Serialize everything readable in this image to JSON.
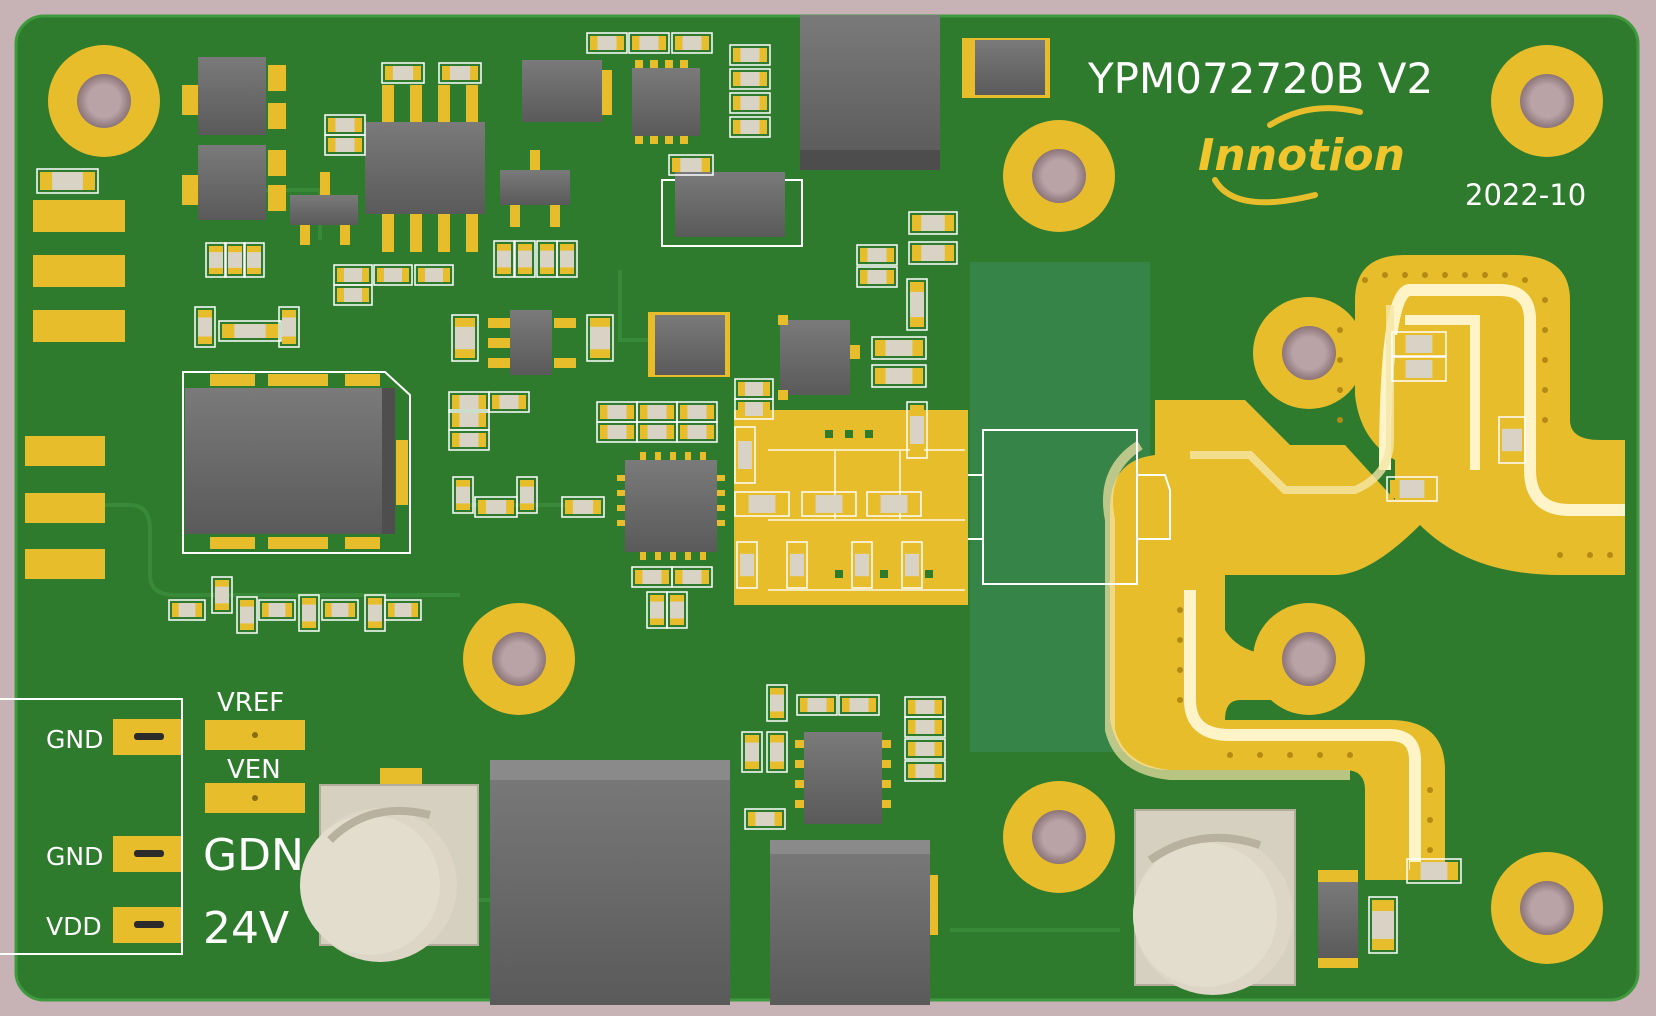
{
  "board": {
    "title": "YPM072720B V2",
    "brand": "Innotion",
    "date": "2022-10",
    "pins": {
      "gnd_top": "GND",
      "gnd_mid": "GND",
      "vdd": "VDD",
      "vref": "VREF",
      "ven": "VEN",
      "gdn": "GDN",
      "v24": "24V"
    }
  },
  "colors": {
    "background": "#c7b3b5",
    "pcb": "#2f7d2f",
    "copper": "#e8bd2c",
    "silkscreen": "#ffffff",
    "component": "#6e6e6e",
    "connector": "#d6d0c1"
  }
}
